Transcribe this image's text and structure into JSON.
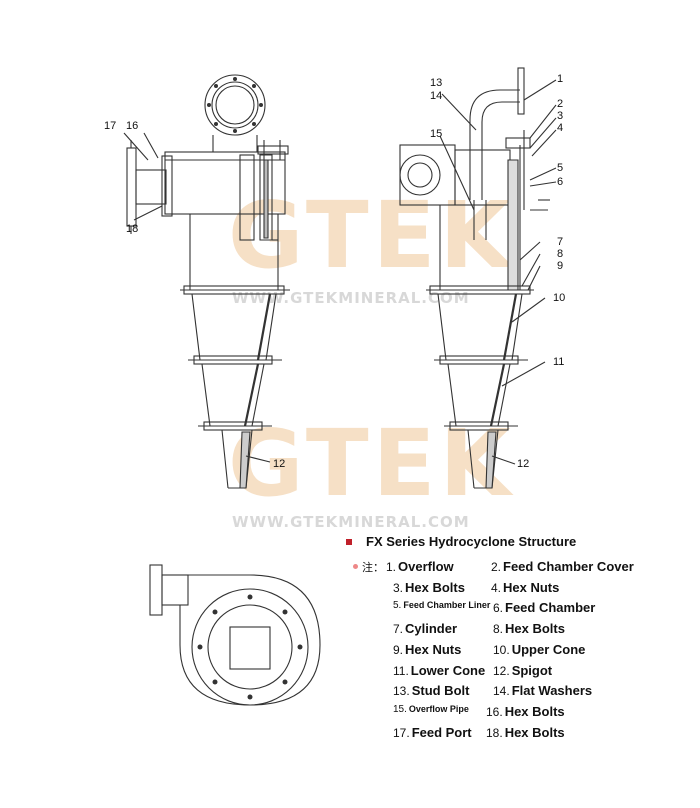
{
  "watermarks": {
    "logo_text": "GTEK",
    "url": "WWW.GTEKMINERAL.COM"
  },
  "callouts": {
    "left_view": [
      "17",
      "16",
      "18",
      "12"
    ],
    "right_view": [
      "1",
      "13",
      "14",
      "2",
      "3",
      "4",
      "15",
      "5",
      "6",
      "7",
      "8",
      "9",
      "10",
      "11",
      "12"
    ]
  },
  "legend": {
    "title": "FX Series Hydrocyclone Structure",
    "note_label": "注：",
    "items": [
      {
        "num": "1.",
        "name": "Overflow"
      },
      {
        "num": "2.",
        "name": "Feed Chamber Cover"
      },
      {
        "num": "3.",
        "name": "Hex Bolts"
      },
      {
        "num": "4.",
        "name": "Hex Nuts"
      },
      {
        "num": "5.",
        "name": "Feed Chamber Liner"
      },
      {
        "num": "6.",
        "name": "Feed Chamber"
      },
      {
        "num": "7.",
        "name": "Cylinder"
      },
      {
        "num": "8.",
        "name": "Hex Bolts"
      },
      {
        "num": "9.",
        "name": "Hex Nuts"
      },
      {
        "num": "10.",
        "name": "Upper Cone"
      },
      {
        "num": "11.",
        "name": "Lower Cone"
      },
      {
        "num": "12.",
        "name": "Spigot"
      },
      {
        "num": "13.",
        "name": "Stud Bolt"
      },
      {
        "num": "14.",
        "name": "Flat Washers"
      },
      {
        "num": "15.",
        "name": "Overflow Pipe"
      },
      {
        "num": "16.",
        "name": "Hex Bolts"
      },
      {
        "num": "17.",
        "name": "Feed Port"
      },
      {
        "num": "18.",
        "name": "Hex Bolts"
      }
    ]
  },
  "colors": {
    "line": "#333333",
    "watermark": "#f3d6b4",
    "bullet": "#c0202a"
  }
}
